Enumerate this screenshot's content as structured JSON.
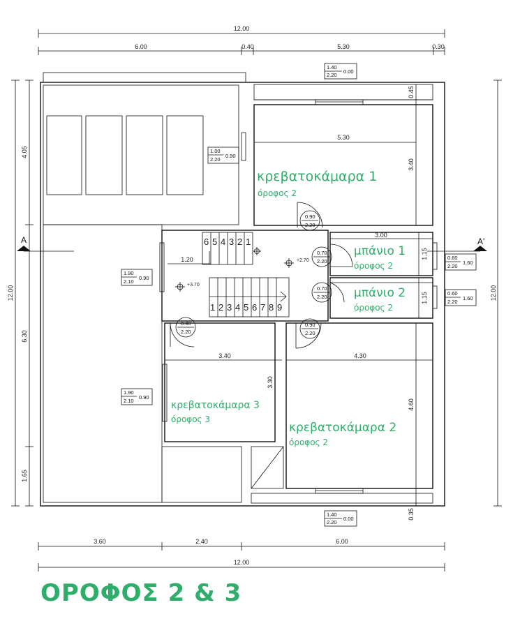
{
  "title": "ΟΡΟΦΟΣ 2 & 3",
  "accent_color": "#2fae6b",
  "dimensions": {
    "top_total": "12.00",
    "top_left": "6.00",
    "top_mid": "0.40",
    "top_right": "5.30",
    "top_edge": "0.30",
    "bottom_left": "3.60",
    "bottom_mid": "2.40",
    "bottom_right": "6.00",
    "bottom_total": "12.00",
    "left_total": "12.00",
    "left_top": "4.05",
    "left_mid": "6.30",
    "left_bottom": "1.65",
    "right_total": "12.00",
    "bed1_width": "5.30",
    "bed1_height": "3.40",
    "top_gap": "0.45",
    "bath_width": "3.00",
    "bath1_height": "1.15",
    "bath2_height": "1.15",
    "stair_landing": "1.20",
    "bed3_width": "3.40",
    "bed3_height": "3.30",
    "bed2_width": "4.30",
    "bed2_height": "4.60",
    "bottom_gap": "0.35"
  },
  "rooms": {
    "bedroom1": {
      "name": "κρεβατοκάμαρα 1",
      "floor": "όροφος 2"
    },
    "bath1": {
      "name": "μπάνιο 1",
      "floor": "όροφος 2"
    },
    "bath2": {
      "name": "μπάνιο 2",
      "floor": "όροφος 2"
    },
    "bedroom3": {
      "name": "κρεβατοκάμαρα 3",
      "floor": "όροφος 3"
    },
    "bedroom2": {
      "name": "κρεβατοκάμαρα 2",
      "floor": "όροφος 2"
    }
  },
  "openings": {
    "win_top": {
      "w": "1.40",
      "h": "2.20",
      "sill": "0.00"
    },
    "win_left_bed1": {
      "w": "1.00",
      "h": "2.20",
      "sill": "0.90"
    },
    "door_bed1": {
      "w": "0.90",
      "h": "2.20"
    },
    "door_bath1": {
      "w": "0.70",
      "h": "2.20"
    },
    "win_bath1": {
      "w": "0.60",
      "h": "2.20",
      "sill": "1.60"
    },
    "door_bath2": {
      "w": "0.70",
      "h": "2.20"
    },
    "win_bath2": {
      "w": "0.60",
      "h": "2.20",
      "sill": "1.60"
    },
    "win_hall": {
      "w": "1.90",
      "h": "2.10",
      "sill": "0.90"
    },
    "door_bed3": {
      "w": "0.90",
      "h": "2.20"
    },
    "door_bed2": {
      "w": "0.90",
      "h": "2.20"
    },
    "win_bed3": {
      "w": "1.90",
      "h": "2.10",
      "sill": "0.90"
    },
    "win_bottom": {
      "w": "1.40",
      "h": "2.20",
      "sill": "0.00"
    }
  },
  "levels": {
    "hall": "+2.70",
    "stair": "+3.70"
  },
  "stairs": {
    "upper_steps": [
      "6",
      "5",
      "4",
      "3",
      "2",
      "1"
    ],
    "lower_steps": [
      "1",
      "2",
      "3",
      "4",
      "5",
      "6",
      "7",
      "8",
      "9"
    ]
  },
  "section_marks": {
    "left": "A",
    "right": "A'"
  }
}
